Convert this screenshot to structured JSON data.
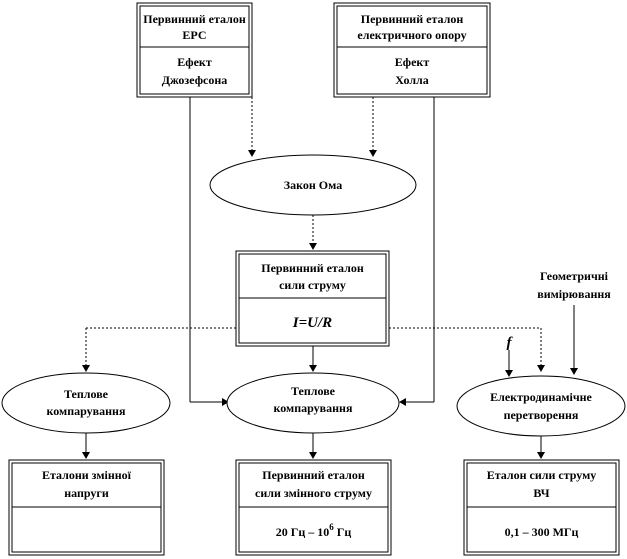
{
  "nodes": {
    "primary_brs": {
      "line1": "Первинний еталон",
      "line2": "ЕРС"
    },
    "josephson": {
      "line1": "Ефект",
      "line2": "Джозефсона"
    },
    "primary_resistance": {
      "line1": "Первинний еталон",
      "line2": "електричного опору"
    },
    "hall": {
      "line1": "Ефект",
      "line2": "Холла"
    },
    "ohm_law": {
      "label": "Закон Ома"
    },
    "primary_current": {
      "line1": "Первинний еталон",
      "line2": "сили струму",
      "formula": "I=U/R"
    },
    "geometric": {
      "line1": "Геометричні",
      "line2": "вимірювання"
    },
    "f_symbol": {
      "label": "f"
    },
    "thermal_left": {
      "line1": "Теплове",
      "line2": "компарування"
    },
    "thermal_center": {
      "line1": "Теплове",
      "line2": "компарування"
    },
    "electrodynamic": {
      "line1": "Електродинамічне",
      "line2": "перетворення"
    },
    "ac_voltage": {
      "line1": "Еталони змінної",
      "line2": "напруги"
    },
    "ac_current": {
      "line1": "Первинний еталон",
      "line2": "сили змінного струму",
      "range_prefix": "20 Гц – 10",
      "range_exp": "6",
      "range_suffix": " Гц"
    },
    "hf_current": {
      "line1": "Еталон сили струму",
      "line2": "ВЧ",
      "range": "0,1 – 300 МГц"
    }
  }
}
